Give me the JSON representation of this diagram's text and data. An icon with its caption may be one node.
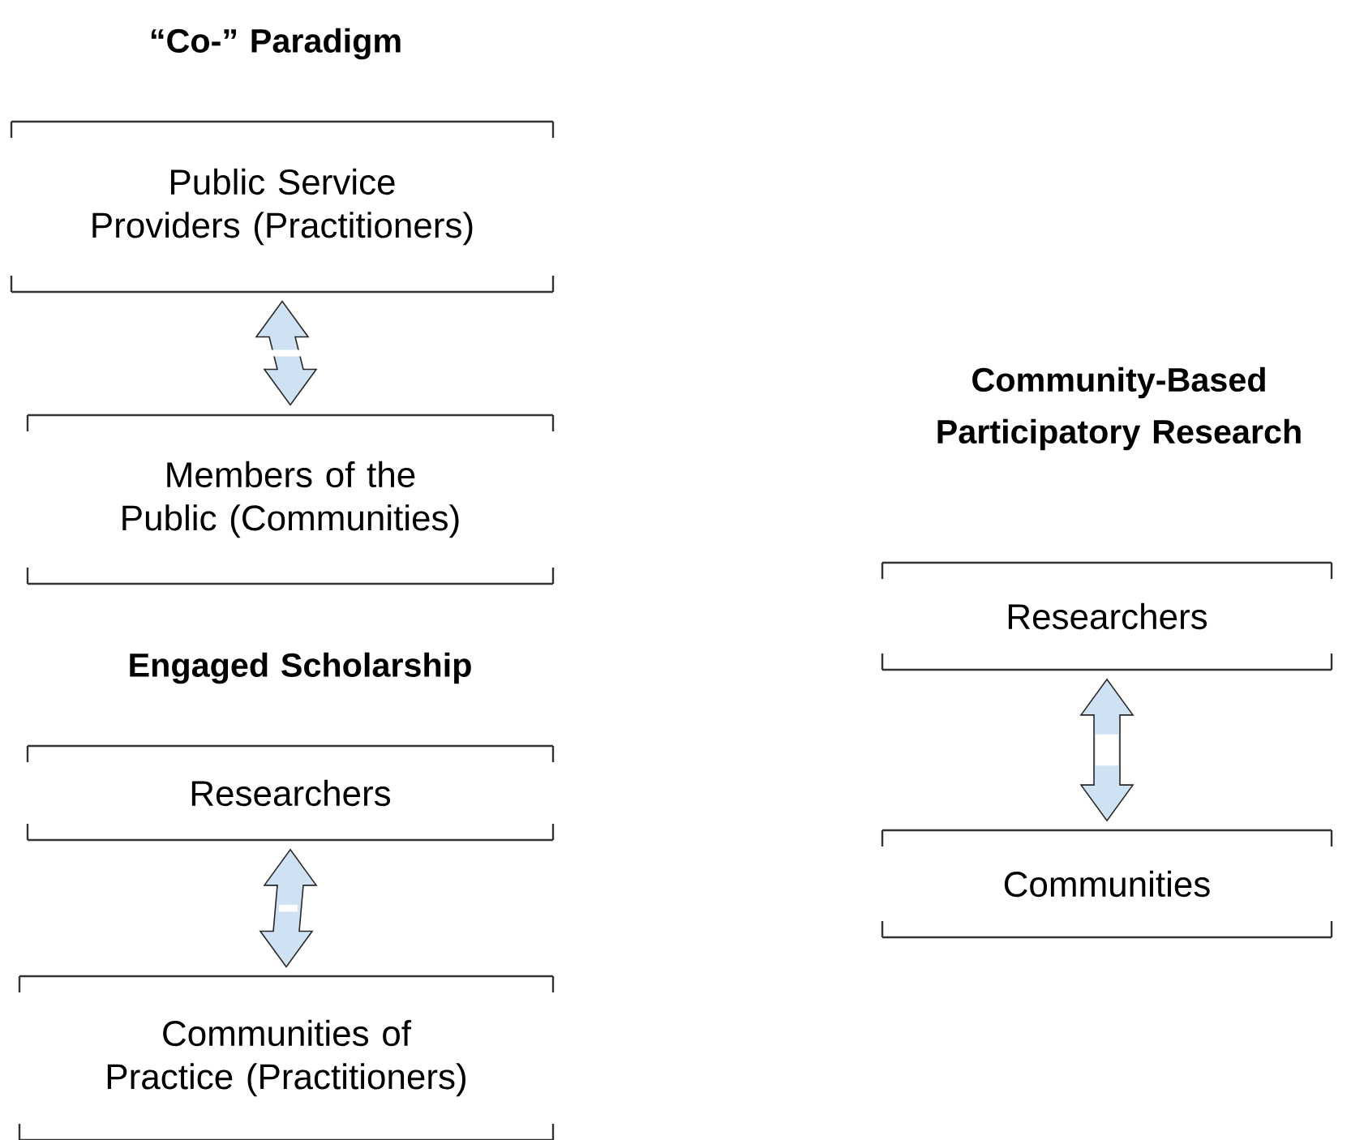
{
  "diagram": {
    "nodes": [
      {
        "text": [
          "Public Service Providers (Practitioners)"
        ]
      },
      {
        "text": [
          "Members of the Public (Communities)"
        ]
      },
      {
        "text": [
          "Researchers"
        ]
      },
      {
        "text": [
          "Communities of Practice (Practitioners)"
        ]
      },
      {
        "text": [
          "Researchers"
        ]
      },
      {
        "text": [
          "Communities"
        ]
      }
    ],
    "edges": [
      {
        "from": 0,
        "to": 1,
        "arrow": "both"
      },
      {
        "from": 2,
        "to": 3,
        "arrow": "both"
      },
      {
        "from": 4,
        "to": 5,
        "arrow": "both"
      }
    ],
    "labels": [
      "“Co-” Paradigm",
      "Community-Based Participatory Research",
      "Engaged Scholarship"
    ]
  }
}
